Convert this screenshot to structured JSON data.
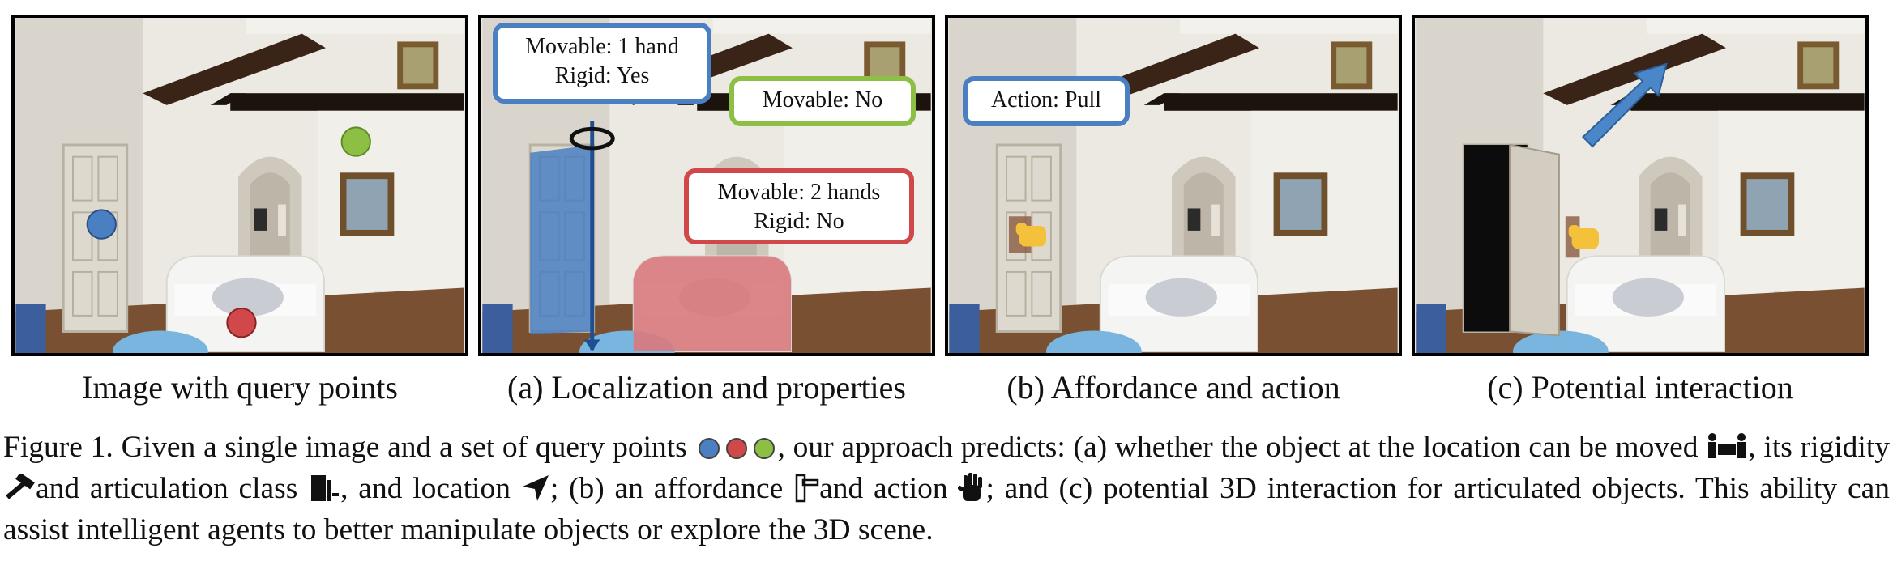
{
  "panels": [
    {
      "caption": "Image with query points"
    },
    {
      "caption": "(a) Localization and properties",
      "boxes": {
        "blue_line1": "Movable: 1 hand",
        "blue_line2": "Rigid: Yes",
        "green": "Movable: No",
        "red_line1": "Movable: 2 hands",
        "red_line2": "Rigid: No"
      }
    },
    {
      "caption": "(b) Affordance and action",
      "box": "Action: Pull"
    },
    {
      "caption": "(c) Potential interaction"
    }
  ],
  "colors": {
    "blue": "#4a7fc1",
    "green": "#8dbf45",
    "red": "#d0484a",
    "arrow": "#4a86c8"
  },
  "figure_caption": {
    "p1": "Figure 1. Given a single image and a set of query points",
    "p2": ", our approach predicts: (a) whether the object at the location can be moved",
    "p3": ", its rigidity",
    "p4": "and articulation class",
    "p5": ", and location",
    "p6": "; (b) an affordance",
    "p7": "and action",
    "p8": "; and (c) potential 3D interaction for articulated objects. This ability can assist intelligent agents to better manipulate objects or explore the 3D scene."
  }
}
